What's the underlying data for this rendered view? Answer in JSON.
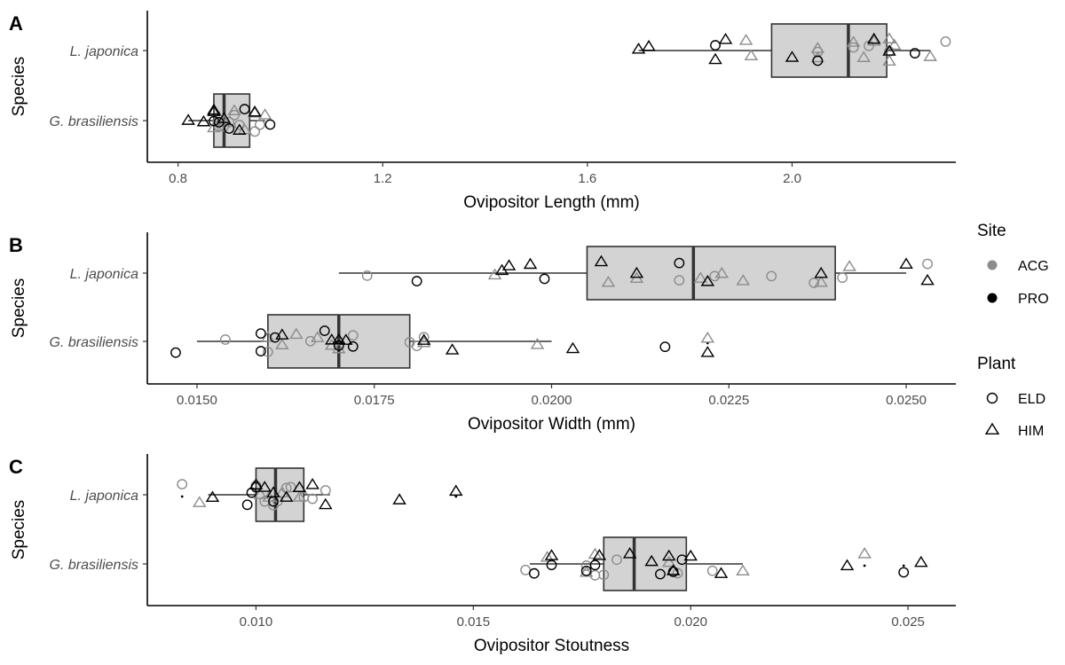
{
  "chart_data": [
    {
      "type": "box",
      "panel_tag": "A",
      "xlabel": "Ovipositor Length (mm)",
      "ylabel": "Species",
      "xlim": [
        0.74,
        2.32
      ],
      "xticks": [
        0.8,
        1.2,
        1.6,
        2.0
      ],
      "xtick_labels": [
        "0.8",
        "1.2",
        "1.6",
        "2.0"
      ],
      "categories": [
        "L. japonica",
        "G. brasiliensis"
      ],
      "boxes": [
        {
          "category": "L. japonica",
          "min": 1.7,
          "q1": 1.96,
          "median": 2.11,
          "q3": 2.185,
          "max": 2.27,
          "outliers": []
        },
        {
          "category": "G. brasiliensis",
          "min": 0.82,
          "q1": 0.87,
          "median": 0.89,
          "q3": 0.94,
          "max": 0.97,
          "outliers": []
        }
      ],
      "points": [
        {
          "category": "L. japonica",
          "site": "ACG",
          "plant": "HIM",
          "values": [
            1.92,
            1.91,
            2.05,
            2.05,
            2.12,
            2.14,
            2.16,
            2.19,
            2.2,
            2.27,
            2.19
          ]
        },
        {
          "category": "L. japonica",
          "site": "ACG",
          "plant": "ELD",
          "values": [
            2.05,
            2.12,
            2.15,
            2.19,
            2.3
          ]
        },
        {
          "category": "L. japonica",
          "site": "PRO",
          "plant": "HIM",
          "values": [
            1.7,
            1.72,
            1.85,
            1.87,
            2.0,
            2.16,
            2.19
          ]
        },
        {
          "category": "L. japonica",
          "site": "PRO",
          "plant": "ELD",
          "values": [
            1.85,
            2.05,
            2.24
          ]
        },
        {
          "category": "G. brasiliensis",
          "site": "ACG",
          "plant": "HIM",
          "values": [
            0.87,
            0.89,
            0.93,
            0.97,
            0.95,
            0.91,
            0.88
          ]
        },
        {
          "category": "G. brasiliensis",
          "site": "ACG",
          "plant": "ELD",
          "values": [
            0.88,
            0.9,
            0.92,
            0.95,
            0.96,
            0.91,
            0.89
          ]
        },
        {
          "category": "G. brasiliensis",
          "site": "PRO",
          "plant": "HIM",
          "values": [
            0.82,
            0.85,
            0.87,
            0.89,
            0.92,
            0.95,
            0.87
          ]
        },
        {
          "category": "G. brasiliensis",
          "site": "PRO",
          "plant": "ELD",
          "values": [
            0.87,
            0.88,
            0.9,
            0.93,
            0.98
          ]
        }
      ]
    },
    {
      "type": "box",
      "panel_tag": "B",
      "xlabel": "Ovipositor Width (mm)",
      "ylabel": "Species",
      "xlim": [
        0.0143,
        0.0257
      ],
      "xticks": [
        0.015,
        0.0175,
        0.02,
        0.0225,
        0.025
      ],
      "xtick_labels": [
        "0.0150",
        "0.0175",
        "0.0200",
        "0.0225",
        "0.0250"
      ],
      "categories": [
        "L. japonica",
        "G. brasiliensis"
      ],
      "boxes": [
        {
          "category": "L. japonica",
          "min": 0.017,
          "q1": 0.0205,
          "median": 0.022,
          "q3": 0.024,
          "max": 0.025,
          "outliers": []
        },
        {
          "category": "G. brasiliensis",
          "min": 0.015,
          "q1": 0.016,
          "median": 0.017,
          "q3": 0.018,
          "max": 0.02,
          "outliers": [
            0.0222
          ]
        }
      ],
      "points": [
        {
          "category": "L. japonica",
          "site": "ACG",
          "plant": "HIM",
          "values": [
            0.0192,
            0.0208,
            0.0212,
            0.0221,
            0.0224,
            0.0227,
            0.0238,
            0.0242
          ]
        },
        {
          "category": "L. japonica",
          "site": "ACG",
          "plant": "ELD",
          "values": [
            0.0174,
            0.0218,
            0.0223,
            0.0231,
            0.0237,
            0.0241,
            0.0253
          ]
        },
        {
          "category": "L. japonica",
          "site": "PRO",
          "plant": "HIM",
          "values": [
            0.0193,
            0.0194,
            0.0197,
            0.0207,
            0.0212,
            0.0222,
            0.0238,
            0.025,
            0.0253
          ]
        },
        {
          "category": "L. japonica",
          "site": "PRO",
          "plant": "ELD",
          "values": [
            0.0181,
            0.0199,
            0.0218
          ]
        },
        {
          "category": "G. brasiliensis",
          "site": "ACG",
          "plant": "HIM",
          "values": [
            0.016,
            0.0162,
            0.0164,
            0.0167,
            0.0169,
            0.017,
            0.0182,
            0.0198,
            0.0222
          ]
        },
        {
          "category": "G. brasiliensis",
          "site": "ACG",
          "plant": "ELD",
          "values": [
            0.0154,
            0.016,
            0.0166,
            0.0172,
            0.018,
            0.0182,
            0.0181
          ]
        },
        {
          "category": "G. brasiliensis",
          "site": "PRO",
          "plant": "HIM",
          "values": [
            0.0162,
            0.0169,
            0.017,
            0.0171,
            0.0182,
            0.0186,
            0.0203,
            0.0222
          ]
        },
        {
          "category": "G. brasiliensis",
          "site": "PRO",
          "plant": "ELD",
          "values": [
            0.0147,
            0.0159,
            0.0159,
            0.0161,
            0.0168,
            0.017,
            0.0172,
            0.0216
          ]
        }
      ]
    },
    {
      "type": "box",
      "panel_tag": "C",
      "xlabel": "Ovipositor Stoutness",
      "ylabel": "Species",
      "xlim": [
        0.0075,
        0.0261
      ],
      "xticks": [
        0.01,
        0.015,
        0.02,
        0.025
      ],
      "xtick_labels": [
        "0.010",
        "0.015",
        "0.020",
        "0.025"
      ],
      "categories": [
        "L. japonica",
        "G. brasiliensis"
      ],
      "boxes": [
        {
          "category": "L. japonica",
          "min": 0.0089,
          "q1": 0.01,
          "median": 0.01045,
          "q3": 0.0111,
          "max": 0.0117,
          "outliers": [
            0.0083,
            0.0146
          ]
        },
        {
          "category": "G. brasiliensis",
          "min": 0.0163,
          "q1": 0.018,
          "median": 0.0187,
          "q3": 0.0199,
          "max": 0.0212,
          "outliers": [
            0.024,
            0.0249
          ]
        }
      ],
      "points": [
        {
          "category": "L. japonica",
          "site": "ACG",
          "plant": "HIM",
          "values": [
            0.0087,
            0.0101,
            0.0103,
            0.0106,
            0.011
          ]
        },
        {
          "category": "L. japonica",
          "site": "ACG",
          "plant": "ELD",
          "values": [
            0.0083,
            0.01,
            0.0102,
            0.0104,
            0.0105,
            0.0107,
            0.0108,
            0.0111,
            0.0113,
            0.0116
          ]
        },
        {
          "category": "L. japonica",
          "site": "PRO",
          "plant": "HIM",
          "values": [
            0.009,
            0.01,
            0.0102,
            0.0104,
            0.0107,
            0.011,
            0.0113,
            0.0116,
            0.0133,
            0.0146
          ]
        },
        {
          "category": "L. japonica",
          "site": "PRO",
          "plant": "ELD",
          "values": [
            0.0098,
            0.0099,
            0.01,
            0.0104
          ]
        },
        {
          "category": "G. brasiliensis",
          "site": "ACG",
          "plant": "HIM",
          "values": [
            0.0167,
            0.0176,
            0.0178,
            0.0195,
            0.0212,
            0.024
          ]
        },
        {
          "category": "G. brasiliensis",
          "site": "ACG",
          "plant": "ELD",
          "values": [
            0.0162,
            0.0176,
            0.0178,
            0.018,
            0.0183,
            0.0197,
            0.0205
          ]
        },
        {
          "category": "G. brasiliensis",
          "site": "PRO",
          "plant": "HIM",
          "values": [
            0.0168,
            0.0179,
            0.0186,
            0.0191,
            0.0195,
            0.0196,
            0.02,
            0.0207,
            0.0236,
            0.0253
          ]
        },
        {
          "category": "G. brasiliensis",
          "site": "PRO",
          "plant": "ELD",
          "values": [
            0.0164,
            0.0168,
            0.0176,
            0.0178,
            0.0193,
            0.0196,
            0.0198,
            0.0249
          ]
        }
      ]
    }
  ],
  "legend": {
    "site_title": "Site",
    "site_items": [
      {
        "label": "ACG",
        "color": "#8c8c8c"
      },
      {
        "label": "PRO",
        "color": "#000000"
      }
    ],
    "plant_title": "Plant",
    "plant_items": [
      {
        "label": "ELD",
        "shape": "circle"
      },
      {
        "label": "HIM",
        "shape": "triangle"
      }
    ]
  },
  "colors": {
    "box_fill": "#d3d3d3",
    "box_stroke": "#333333",
    "acg": "#8c8c8c",
    "pro": "#000000"
  }
}
